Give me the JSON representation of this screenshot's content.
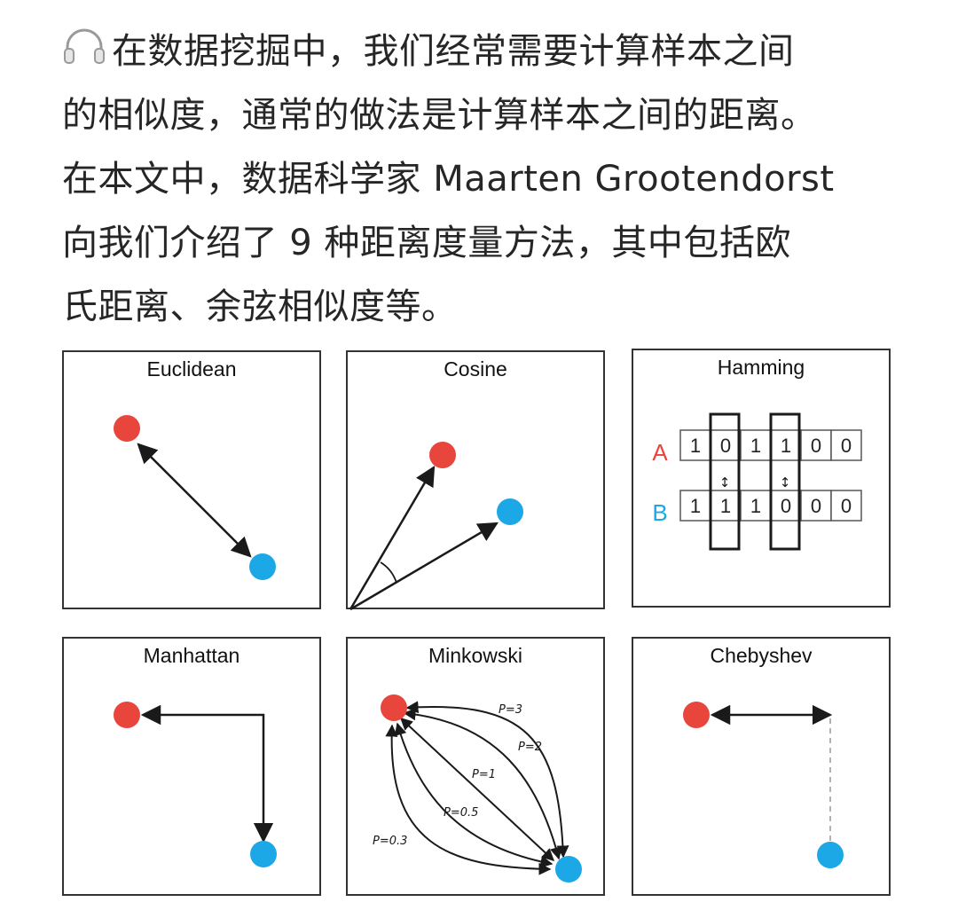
{
  "intro": {
    "icon": "headphones-icon",
    "lines": [
      "在数据挖掘中，我们经常需要计算样本之间",
      "的相似度，通常的做法是计算样本之间的距离。",
      "在本文中，数据科学家 Maarten Grootendorst",
      "向我们介绍了 9 种距离度量方法，其中包括欧",
      "氏距离、余弦相似度等。"
    ]
  },
  "colors": {
    "point_a": "#e8453c",
    "point_b": "#1ca8e6",
    "stroke": "#1a1a1a",
    "dashed": "#aaaaaa"
  },
  "panels": {
    "euclidean": {
      "title": "Euclidean"
    },
    "cosine": {
      "title": "Cosine"
    },
    "hamming": {
      "title": "Hamming",
      "row_a": {
        "label": "A",
        "bits": [
          "1",
          "0",
          "1",
          "1",
          "0",
          "0"
        ]
      },
      "row_b": {
        "label": "B",
        "bits": [
          "1",
          "1",
          "1",
          "0",
          "0",
          "0"
        ]
      },
      "diff_mark": "↕"
    },
    "manhattan": {
      "title": "Manhattan"
    },
    "minkowski": {
      "title": "Minkowski",
      "p_labels": [
        "P=3",
        "P=2",
        "P=1",
        "P=0.5",
        "P=0.3"
      ]
    },
    "chebyshev": {
      "title": "Chebyshev"
    }
  }
}
